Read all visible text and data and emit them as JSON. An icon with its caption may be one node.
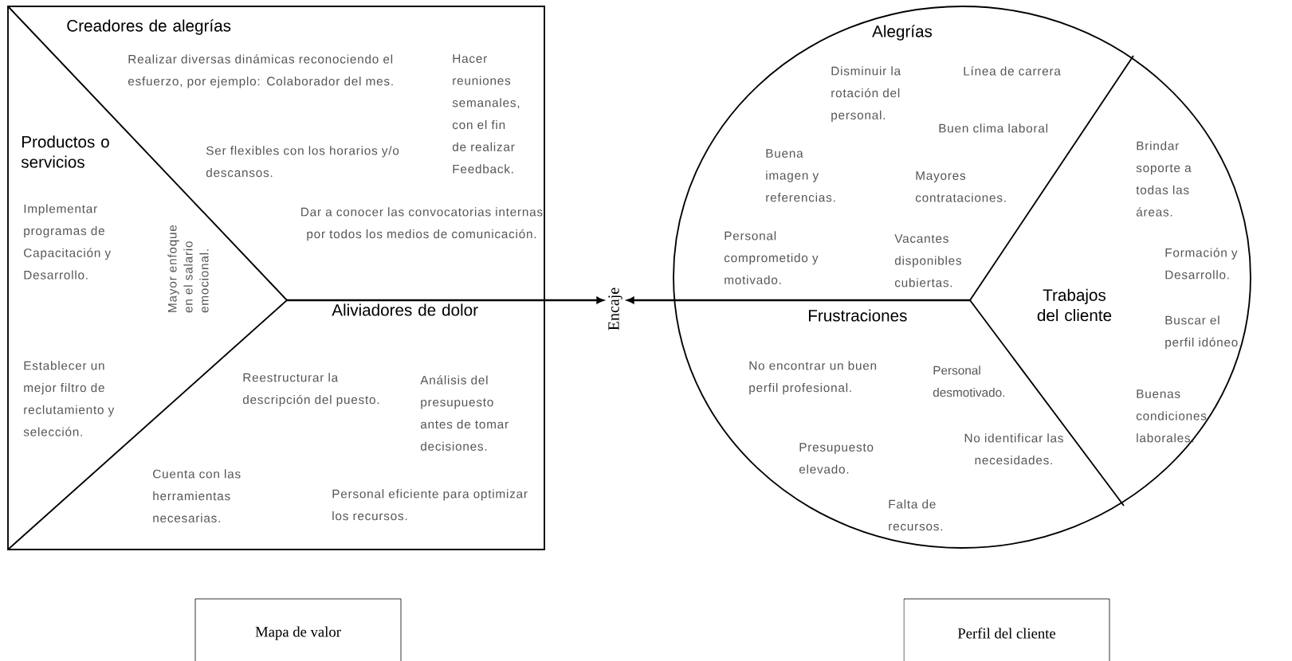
{
  "diagram": {
    "nodes": [
      {
        "text": [],
        "shape": "box"
      },
      {
        "text": [
          "Creadores de alegrías",
          "Realizar diversas dinámicas reconociendo el esfuerzo, por ejemplo: Colaborador del mes.",
          "Hacer reuniones semanales, con el fin de realizar Feedback.",
          "Ser flexibles con los horarios y/o descansos.",
          "Dar a conocer las convocatorias internas por todos los medios de comunicación."
        ],
        "in": 0
      },
      {
        "text": [
          "Productos o servicios",
          "Implementar programas de Capacitación y Desarrollo.",
          "Mayor enfoque en el salario emocional.",
          "Establecer un mejor filtro de reclutamiento y selección."
        ],
        "in": 0
      },
      {
        "text": [
          "Aliviadores de dolor",
          "Reestructurar la descripción del puesto.",
          "Análisis del presupuesto antes de tomar decisiones.",
          "Cuenta con las herramientas necesarias.",
          "Personal eficiente para optimizar los recursos."
        ],
        "in": 0
      },
      {
        "text": [
          "Encaje"
        ]
      },
      {
        "text": [],
        "shape": "circle"
      },
      {
        "text": [
          "Alegrías",
          "Disminuir la rotación del personal.",
          "Línea de carrera",
          "Buen clima laboral",
          "Buena imagen y referencias.",
          "Mayores contrataciones.",
          "Personal comprometido y motivado.",
          "Vacantes disponibles cubiertas."
        ],
        "in": 5
      },
      {
        "text": [
          "Trabajos del cliente",
          "Brindar soporte a todas las áreas.",
          "Formación y Desarrollo.",
          "Buscar el perfil idóneo.",
          "Buenas condiciones laborales."
        ],
        "in": 5
      },
      {
        "text": [
          "Frustraciones",
          "No encontrar un buen perfil profesional.",
          "Personal desmotivado.",
          "Presupuesto elevado.",
          "No identificar las necesidades.",
          "Falta de recursos."
        ],
        "in": 5
      },
      {
        "text": [
          "Mapa de valor"
        ]
      },
      {
        "text": [
          "Perfil del cliente"
        ]
      }
    ],
    "edges": [
      {
        "from": 0,
        "to": 4,
        "arrow": "to"
      },
      {
        "from": 5,
        "to": 4,
        "arrow": "to"
      }
    ]
  }
}
